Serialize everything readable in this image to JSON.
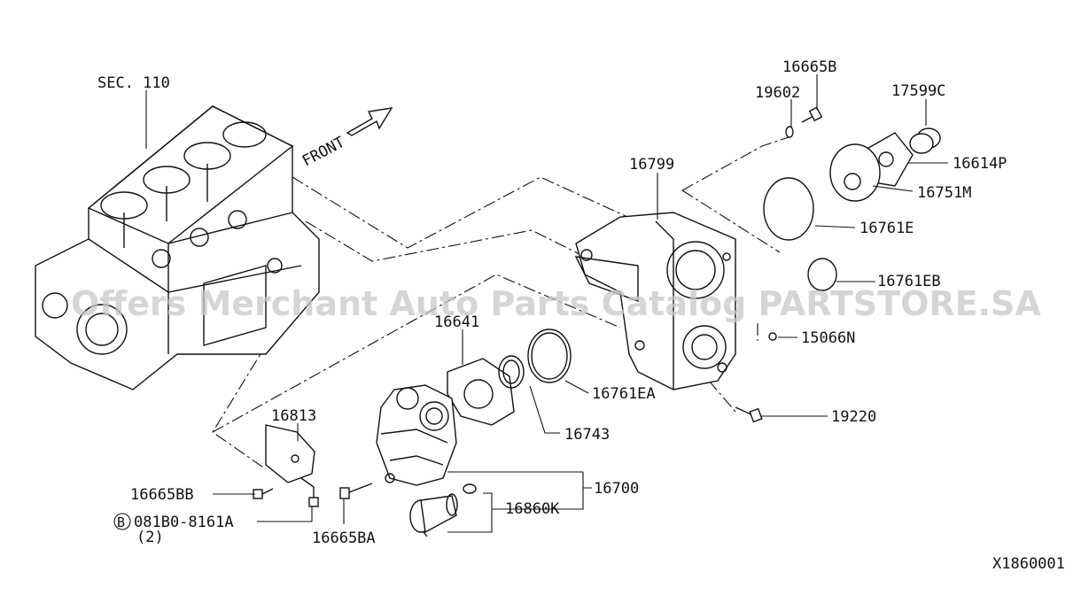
{
  "labels": {
    "sec110": "SEC. 110",
    "front": "FRONT",
    "p16665B": "16665B",
    "p19602": "19602",
    "p17599C": "17599C",
    "p16799": "16799",
    "p16614P": "16614P",
    "p16751M": "16751M",
    "p16761E": "16761E",
    "p16761EB": "16761EB",
    "p16641": "16641",
    "p15066N": "15066N",
    "p16761EA": "16761EA",
    "p16813": "16813",
    "p16743": "16743",
    "p19220": "19220",
    "p16700": "16700",
    "p16665BB": "16665BB",
    "p16860K": "16860K",
    "circleB": "B",
    "p081B0": "081B0-8161A",
    "qty": "(2)",
    "p16665BA": "16665BA",
    "code": "X1860001"
  },
  "watermark": "Offers Merchant Auto Parts Catalog PARTSTORE.SA"
}
